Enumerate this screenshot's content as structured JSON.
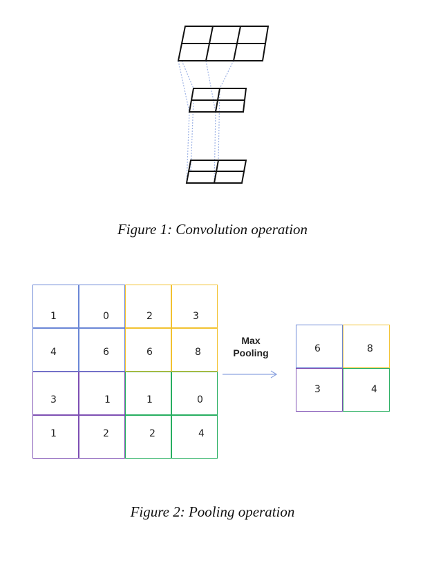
{
  "figure1": {
    "caption": "Figure 1: Convolution operation"
  },
  "figure2": {
    "caption": "Figure 2: Pooling operation",
    "operation_label_line1": "Max",
    "operation_label_line2": "Pooling",
    "input_grid": [
      [
        "1",
        "0",
        "2",
        "3"
      ],
      [
        "4",
        "6",
        "6",
        "8"
      ],
      [
        "3",
        "1",
        "1",
        "0"
      ],
      [
        "1",
        "2",
        "2",
        "4"
      ]
    ],
    "output_grid": [
      [
        "6",
        "8"
      ],
      [
        "3",
        "4"
      ]
    ],
    "region_colors": {
      "top_left": "#6a86d6",
      "top_right": "#f2c230",
      "bottom_left": "#7e4fb3",
      "bottom_right": "#27ae60"
    },
    "arrow_color": "#8da4e0",
    "connector_color": "#9fb4e6"
  }
}
